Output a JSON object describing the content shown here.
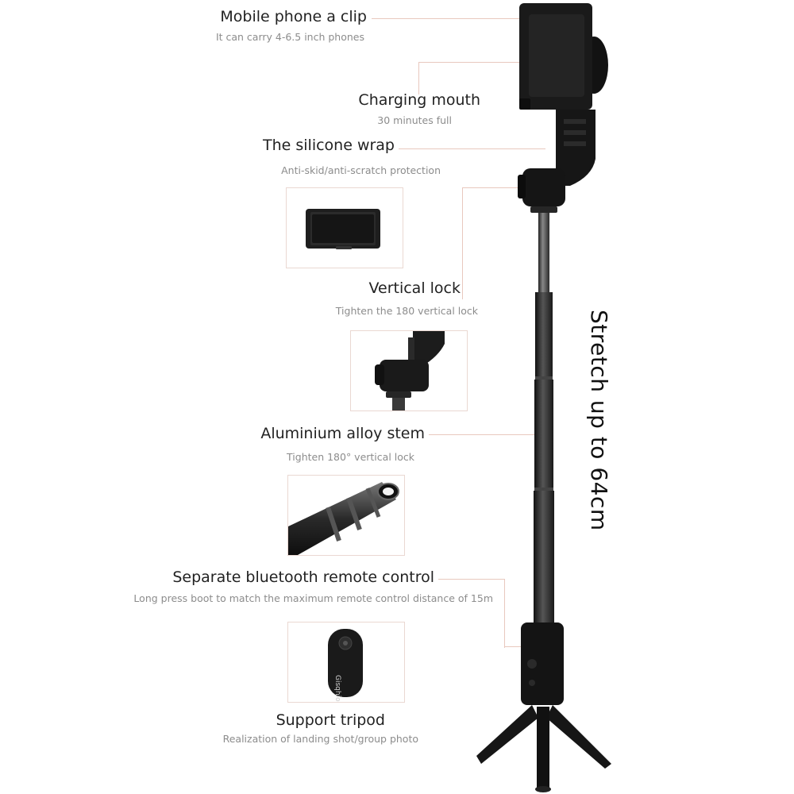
{
  "features": [
    {
      "title": "Mobile phone a clip",
      "subtitle": "It can carry 4-6.5 inch phones"
    },
    {
      "title": "Charging mouth",
      "subtitle": "30 minutes full"
    },
    {
      "title": "The silicone wrap",
      "subtitle": "Anti-skid/anti-scratch protection"
    },
    {
      "title": "Vertical lock",
      "subtitle": "Tighten the 180 vertical lock"
    },
    {
      "title": "Aluminium alloy stem",
      "subtitle": "Tighten 180° vertical lock"
    },
    {
      "title": "Separate bluetooth remote control",
      "subtitle": "Long press boot to match the maximum remote control distance of 15m"
    },
    {
      "title": "Support tripod",
      "subtitle": "Realization of landing shot/group photo"
    }
  ],
  "stretch_text": "Stretch up to 64cm",
  "remote_brand": "Gisqhio",
  "colors": {
    "product": "#1b1b1b",
    "leader": "#e8c8be",
    "title": "#222222",
    "subtitle": "#8c8c8c"
  }
}
